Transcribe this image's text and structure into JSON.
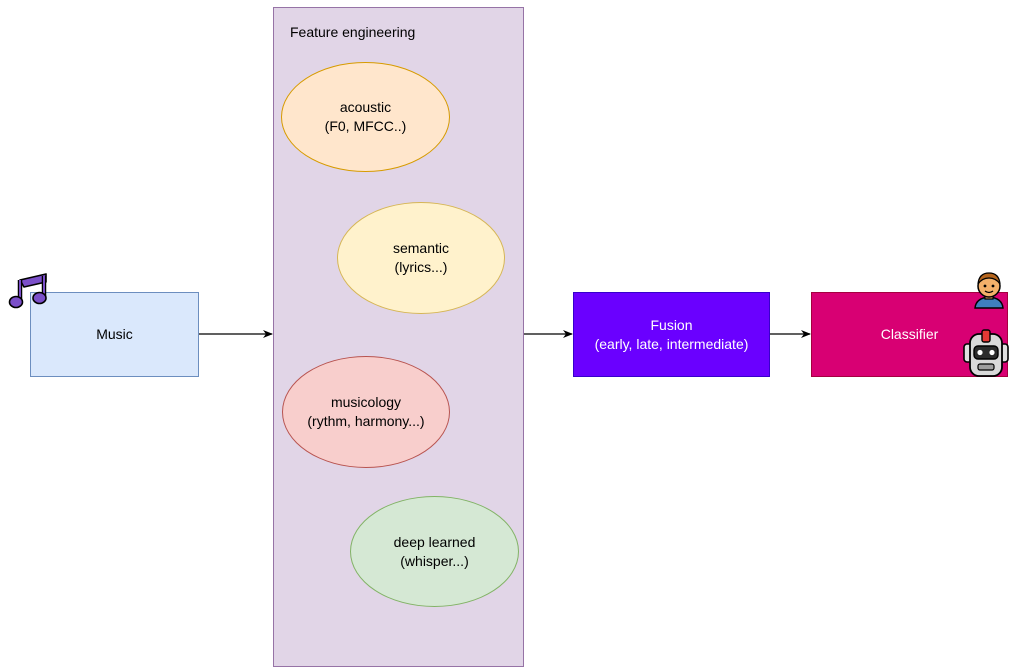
{
  "panel": {
    "title": "Feature engineering"
  },
  "features": [
    {
      "line1": "acoustic",
      "line2": "(F0, MFCC..)"
    },
    {
      "line1": "semantic",
      "line2": "(lyrics...)"
    },
    {
      "line1": "musicology",
      "line2": "(rythm, harmony...)"
    },
    {
      "line1": "deep learned",
      "line2": "(whisper...)"
    }
  ],
  "music": {
    "label": "Music"
  },
  "fusion": {
    "line1": "Fusion",
    "line2": "(early, late, intermediate)"
  },
  "classifier": {
    "label": "Classifier"
  },
  "icons": {
    "music": "music-note-icon",
    "person": "person-icon",
    "robot": "robot-icon"
  },
  "colors": {
    "panel_fill": "#e1d5e7",
    "panel_stroke": "#9673a6",
    "music_fill": "#dae8fc",
    "fusion_fill": "#6a00ff",
    "classifier_fill": "#d80073",
    "acoustic_fill": "#ffe6cc",
    "semantic_fill": "#fff2cc",
    "musicology_fill": "#f8cecc",
    "deep_fill": "#d5e8d4"
  }
}
